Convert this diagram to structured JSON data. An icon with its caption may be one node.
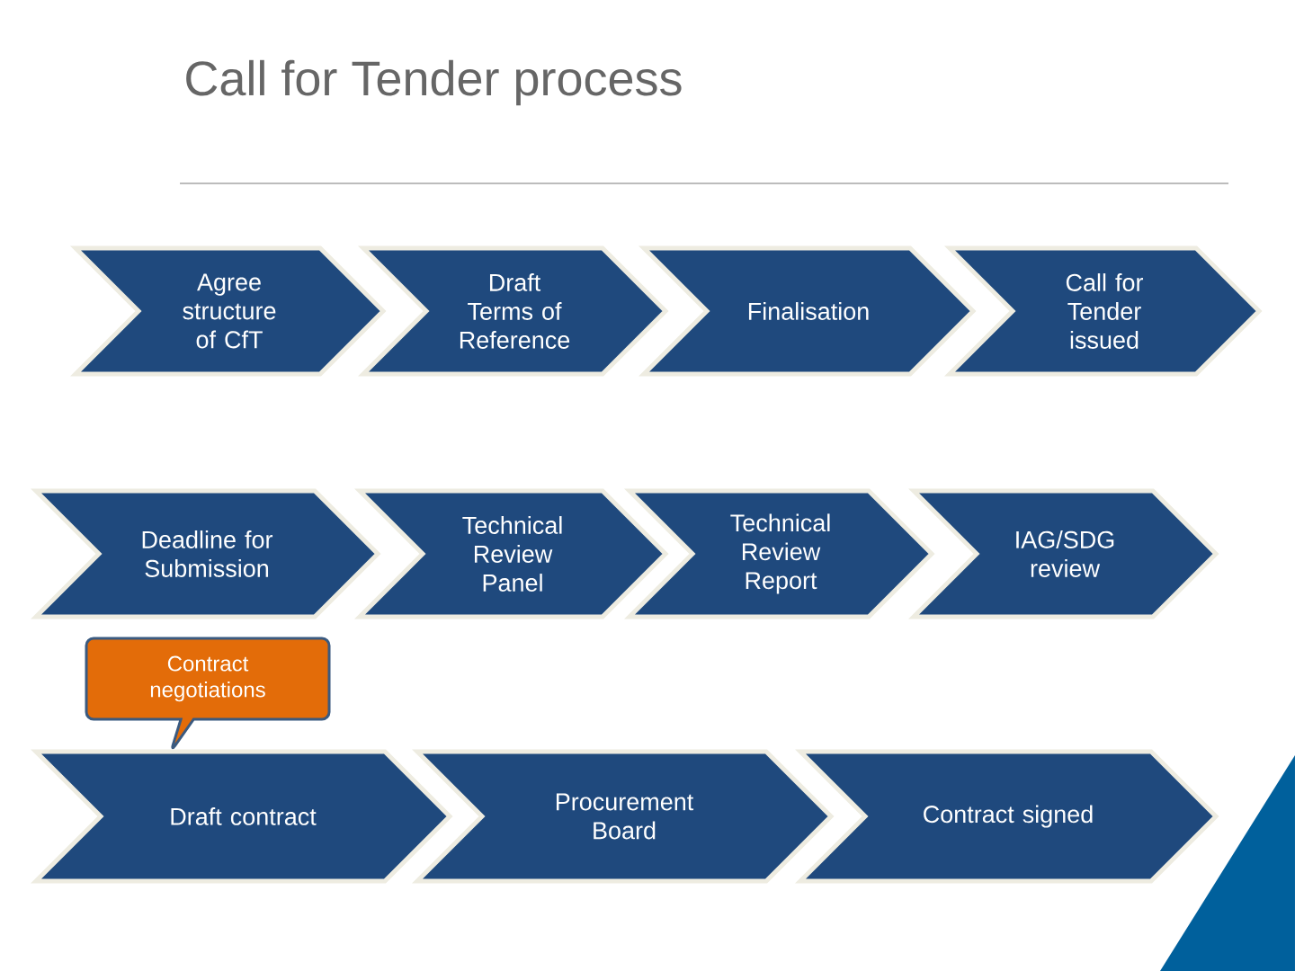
{
  "diagram": {
    "title": "Call for Tender process",
    "nodes": [
      {
        "text": [
          "Agree structure of CfT"
        ]
      },
      {
        "text": [
          "Draft Terms of Reference"
        ]
      },
      {
        "text": [
          "Finalisation"
        ]
      },
      {
        "text": [
          "Call for Tender issued"
        ]
      },
      {
        "text": [
          "Deadline for Submission"
        ]
      },
      {
        "text": [
          "Technical Review Panel"
        ]
      },
      {
        "text": [
          "Technical Review Report"
        ]
      },
      {
        "text": [
          "IAG/SDG review"
        ]
      },
      {
        "text": [
          "Contract negotiations"
        ]
      },
      {
        "text": [
          "Draft contract"
        ]
      },
      {
        "text": [
          "Procurement Board"
        ]
      },
      {
        "text": [
          "Contract signed"
        ]
      }
    ],
    "edges": []
  }
}
